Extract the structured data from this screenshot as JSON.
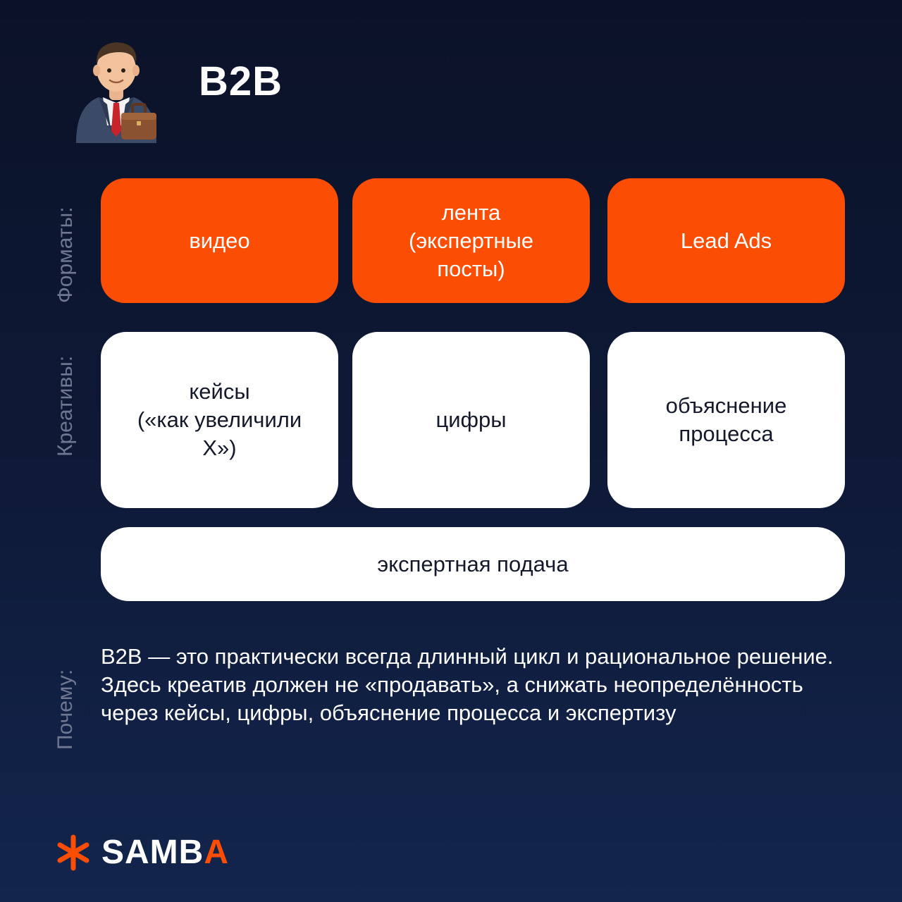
{
  "header": {
    "title": "B2B"
  },
  "labels": {
    "formats": "Форматы:",
    "creatives": "Креативы:",
    "why": "Почему:"
  },
  "formats": [
    {
      "label": "видео"
    },
    {
      "label": "лента\n(экспертные\nпосты)"
    },
    {
      "label": "Lead Ads"
    }
  ],
  "creatives": [
    {
      "label": "кейсы\n(«как увеличили\nX»)"
    },
    {
      "label": "цифры"
    },
    {
      "label": "объяснение\nпроцесса"
    }
  ],
  "wide_card": {
    "label": "экспертная подача"
  },
  "why_text": "B2B — это практически всегда длинный цикл и рациональное решение. Здесь креатив должен не «продавать», а снижать неопределённость через кейсы, цифры, объяснение процесса и экспертизу",
  "logo": {
    "word_main": "SAMB",
    "word_accent": "A"
  },
  "colors": {
    "accent": "#fb4d04",
    "background": "#0e1a38",
    "card_white": "#ffffff",
    "label_muted": "#6f7890"
  },
  "icons": {
    "avatar": "businessman-with-briefcase-icon",
    "logo": "asterisk-icon"
  }
}
